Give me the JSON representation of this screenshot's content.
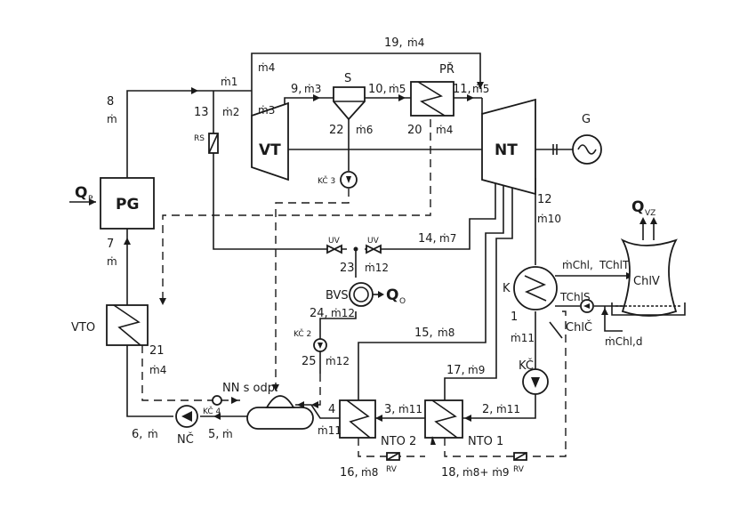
{
  "components": {
    "pg": "PG",
    "vt": "VT",
    "nt": "NT",
    "g": "G",
    "s": "S",
    "pr": "PŘ",
    "rs": "RS",
    "vto": "VTO",
    "nn": "NN s odp.",
    "nc": "NČ",
    "nto1": "NTO 1",
    "nto2": "NTO 2",
    "k": "K",
    "kc": "KČ",
    "kc2": "KČ 2",
    "kc3": "KČ 3",
    "kc4": "KČ 4",
    "bvs": "BVS",
    "uv_left": "UV",
    "uv_right": "UV",
    "rv_left": "RV",
    "rv_right": "RV",
    "chlc": "ChlČ",
    "chlv": "ChlV"
  },
  "heat": {
    "qp_main": "Q",
    "qp_sub": "P",
    "qo_main": "Q",
    "qo_sub": "O",
    "qvz_main": "Q",
    "qvz_sub": "VZ"
  },
  "streams": {
    "s1": {
      "num": "1",
      "flow": "ṁ11"
    },
    "s2": {
      "num": "2,",
      "flow": "ṁ11"
    },
    "s3": {
      "num": "3,",
      "flow": "ṁ11"
    },
    "s4": {
      "num": "4",
      "flow": "ṁ11"
    },
    "s5": {
      "num": "5,",
      "flow": "ṁ"
    },
    "s6": {
      "num": "6,",
      "flow": "ṁ"
    },
    "s7": {
      "num": "7",
      "flow": "ṁ"
    },
    "s8": {
      "num": "8",
      "flow": "ṁ"
    },
    "s9": {
      "num": "9,",
      "flow": "ṁ3"
    },
    "s10": {
      "num": "10,",
      "flow": "ṁ5"
    },
    "s11": {
      "num": "11,",
      "flow": "ṁ5"
    },
    "s12": {
      "num": "12",
      "flow": "ṁ10"
    },
    "s13": {
      "num": "13",
      "flow": "ṁ2"
    },
    "s14": {
      "num": "14,",
      "flow": "ṁ7"
    },
    "s15": {
      "num": "15,",
      "flow": "ṁ8"
    },
    "s16": {
      "num": "16,",
      "flow": "ṁ8"
    },
    "s17": {
      "num": "17,",
      "flow": "ṁ9"
    },
    "s18": {
      "num": "18,",
      "flow": "ṁ8+ ṁ9"
    },
    "s19": {
      "num": "19,",
      "flow": "ṁ4"
    },
    "s20": {
      "num": "20",
      "flow": "ṁ4"
    },
    "s21": {
      "num": "21",
      "flow": "ṁ4"
    },
    "s22": {
      "num": "22",
      "flow": "ṁ6"
    },
    "s23": {
      "num": "23",
      "flow": "ṁ12"
    },
    "s24": {
      "num": "24,",
      "flow": "ṁ12"
    },
    "s25": {
      "num": "25",
      "flow": "ṁ12"
    }
  },
  "branch_flows": {
    "m1": "ṁ1",
    "m3": "ṁ3",
    "m4": "ṁ4",
    "mchl": "ṁChl,",
    "tchlt": "TChlT",
    "tchls": "TChlS",
    "mchld": "ṁChl,d"
  },
  "colors": {
    "line": "#1a1a1a",
    "background": "#ffffff"
  }
}
